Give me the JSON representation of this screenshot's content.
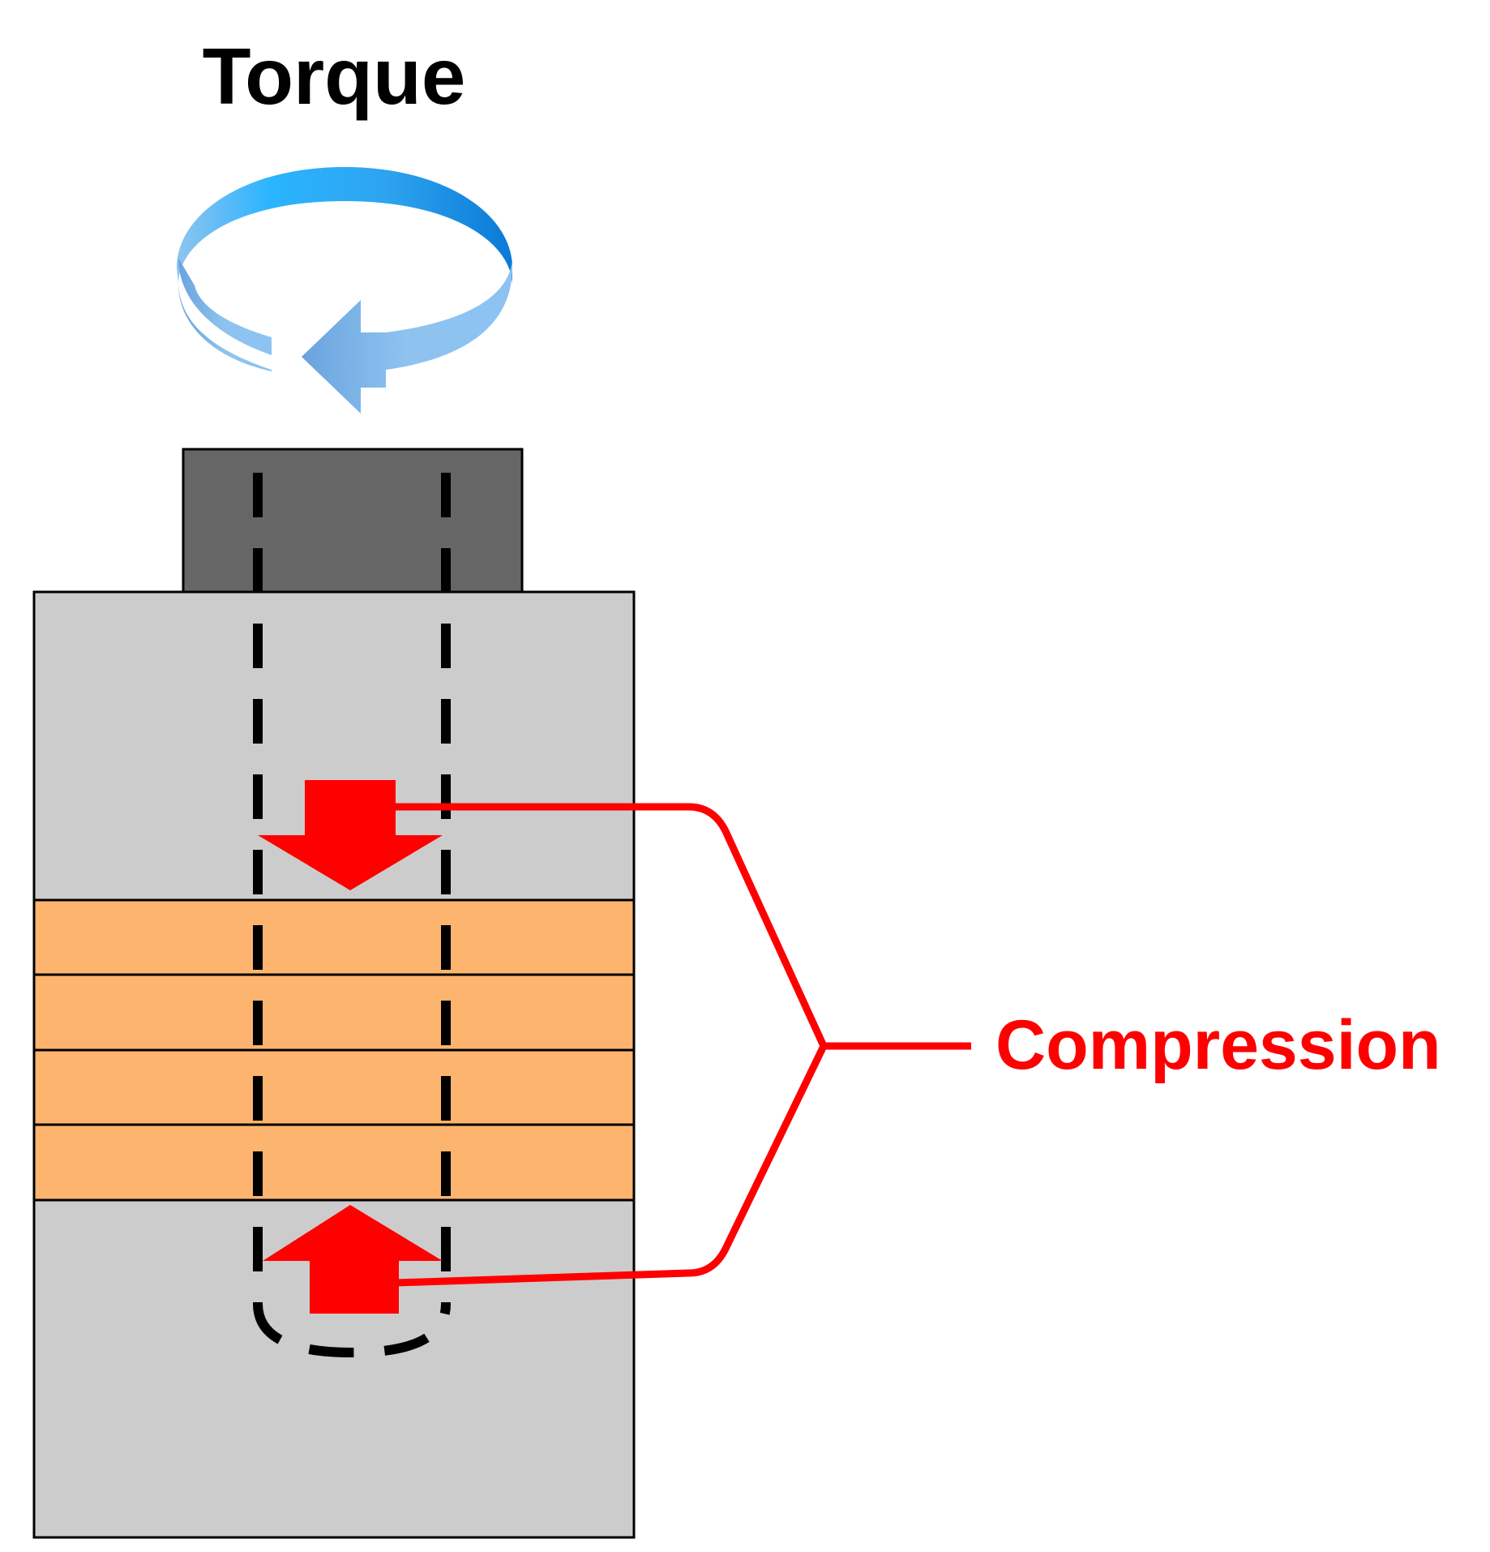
{
  "labels": {
    "torque": "Torque",
    "compression": "Compression"
  },
  "colors": {
    "background": "#ffffff",
    "text_torque": "#000000",
    "text_compression": "#ff0000",
    "screw_head": "#666666",
    "base_block": "#cccccc",
    "sheet_layer": "#fdb46f",
    "outline": "#000000",
    "hidden_line": "#000000",
    "compression_arrow": "#ff0000",
    "torque_arrow_light": "#8fc4ee",
    "torque_arrow_bright": "#2ab4ff",
    "torque_arrow_dark": "#0a7ad6"
  },
  "sheet_layers": [
    {
      "name": "sheet-1"
    },
    {
      "name": "sheet-2"
    },
    {
      "name": "sheet-3"
    },
    {
      "name": "sheet-4"
    }
  ],
  "icons": {
    "torque": "rotation-arrow-icon",
    "compression_top": "down-arrow-icon",
    "compression_bottom": "up-arrow-icon"
  }
}
